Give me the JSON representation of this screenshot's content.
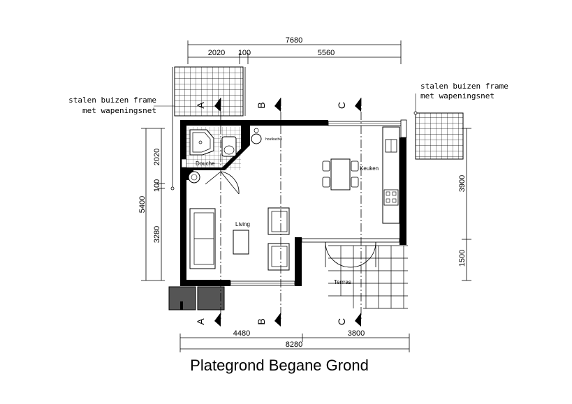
{
  "title": "Plategrond Begane Grond",
  "dimensions": {
    "top_total": "7680",
    "top_left": "2020",
    "top_mid": "100",
    "top_right": "5560",
    "bottom_left": "4480",
    "bottom_right": "3800",
    "bottom_total": "8280",
    "left_total": "5400",
    "left_top": "2020",
    "left_mid": "100",
    "left_bottom": "3280",
    "right_top": "3900",
    "right_bottom": "1500"
  },
  "annotations": {
    "left_line1": "stalen buizen frame",
    "left_line2": "met wapeningsnet",
    "right_line1": "stalen buizen frame",
    "right_line2": "met wapeningsnet"
  },
  "rooms": {
    "douche": "Douche",
    "keuken": "Keuken",
    "living": "Living",
    "terras": "Terrras",
    "houtkachel": "houtkachel"
  },
  "sections": {
    "a": "A",
    "b": "B",
    "c": "C"
  }
}
